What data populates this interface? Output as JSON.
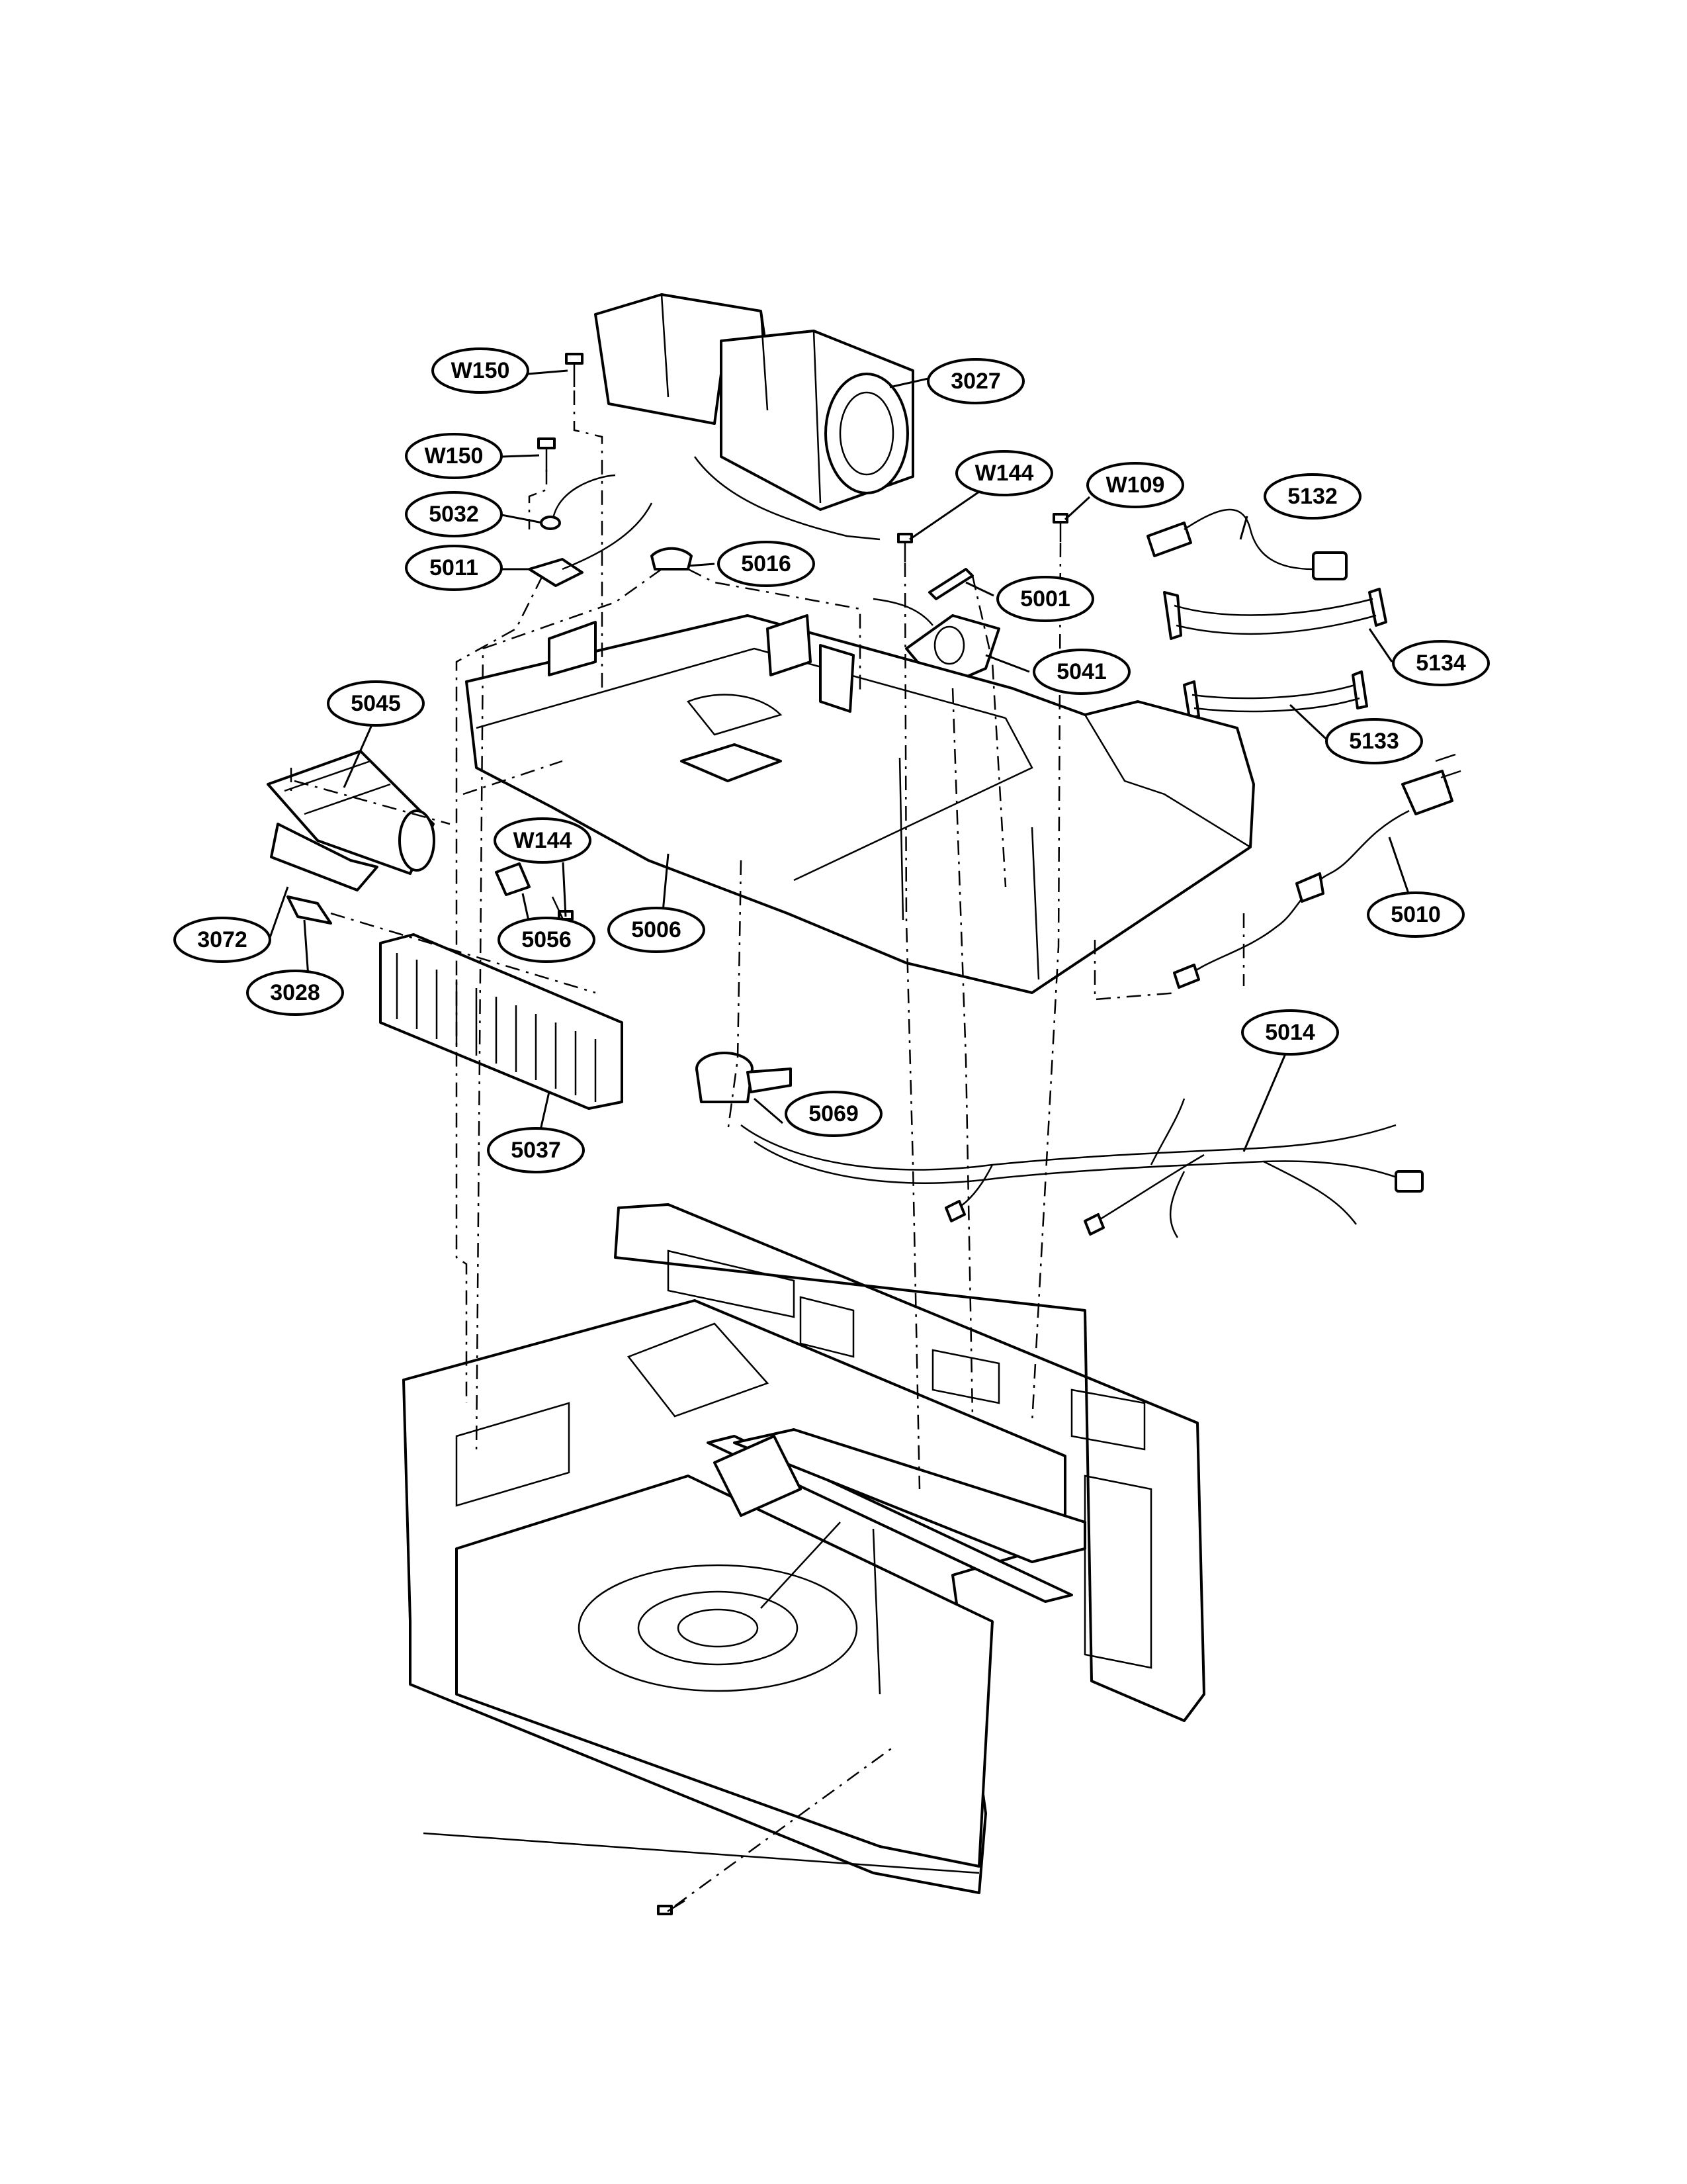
{
  "callouts": [
    {
      "id": "W150-top",
      "label": "W150"
    },
    {
      "id": "3027",
      "label": "3027"
    },
    {
      "id": "W150-mid",
      "label": "W150"
    },
    {
      "id": "W144-top",
      "label": "W144"
    },
    {
      "id": "W109",
      "label": "W109"
    },
    {
      "id": "5132",
      "label": "5132"
    },
    {
      "id": "5032",
      "label": "5032"
    },
    {
      "id": "5011",
      "label": "5011"
    },
    {
      "id": "5016",
      "label": "5016"
    },
    {
      "id": "5001",
      "label": "5001"
    },
    {
      "id": "5134",
      "label": "5134"
    },
    {
      "id": "5041",
      "label": "5041"
    },
    {
      "id": "5045",
      "label": "5045"
    },
    {
      "id": "5133",
      "label": "5133"
    },
    {
      "id": "W144-mid",
      "label": "W144"
    },
    {
      "id": "5010",
      "label": "5010"
    },
    {
      "id": "3072",
      "label": "3072"
    },
    {
      "id": "5056",
      "label": "5056"
    },
    {
      "id": "5006",
      "label": "5006"
    },
    {
      "id": "3028",
      "label": "3028"
    },
    {
      "id": "5014",
      "label": "5014"
    },
    {
      "id": "5069",
      "label": "5069"
    },
    {
      "id": "5037",
      "label": "5037"
    }
  ]
}
